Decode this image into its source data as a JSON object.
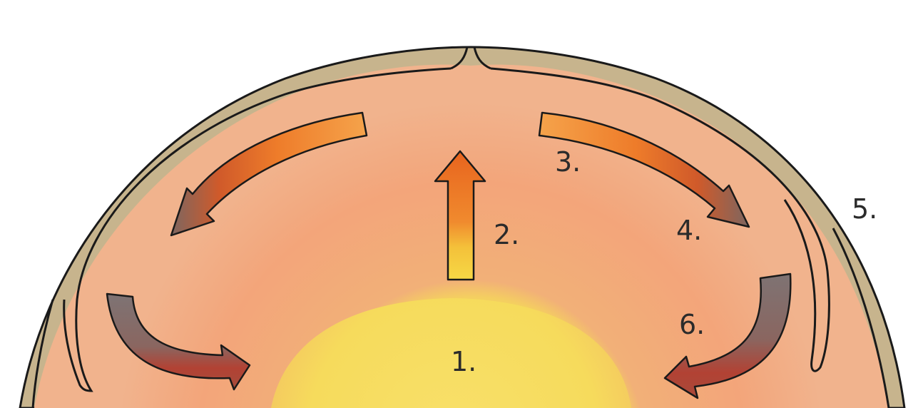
{
  "diagram": {
    "labels": [
      {
        "id": "core",
        "text": "1."
      },
      {
        "id": "rising",
        "text": "2."
      },
      {
        "id": "spreading",
        "text": "3."
      },
      {
        "id": "cooling",
        "text": "4."
      },
      {
        "id": "crust",
        "text": "5."
      },
      {
        "id": "sinking",
        "text": "6."
      }
    ]
  },
  "colors": {
    "crust": "#c7b48d",
    "mantle": "#f1b48c",
    "mantle_hot": "#f2a070",
    "core": "#f6dc58",
    "arrow_hot": "#f08a2e",
    "arrow_mid": "#e8641e",
    "arrow_cool": "#8a6a5a",
    "arrow_gray": "#807070",
    "arrow_red": "#b04030",
    "outline": "#1a1a1a"
  }
}
